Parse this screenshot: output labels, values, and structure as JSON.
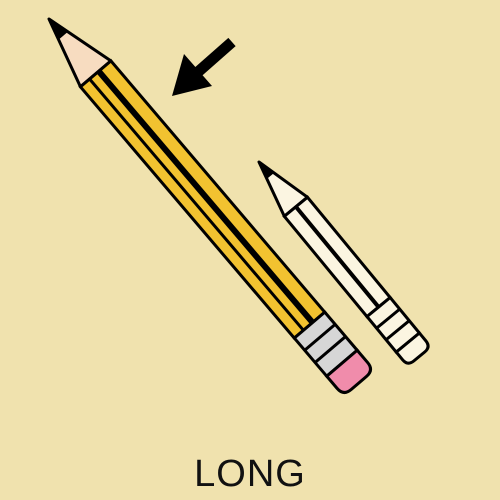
{
  "caption": "LONG",
  "colors": {
    "background": "#f0e2ae",
    "outline": "#000000",
    "pencil_body": "#f2c230",
    "pencil_stripe": "#000000",
    "wood": "#f7dcc0",
    "ferrule": "#d6d6d6",
    "eraser": "#f08cab",
    "short_pencil_fill": "#fbf5e1",
    "arrow": "#000000",
    "caption_text": "#111111"
  },
  "icons": {
    "pointer": "arrow-pointing-down-left",
    "long_item": "long-yellow-pencil",
    "short_item": "short-outlined-pencil"
  }
}
